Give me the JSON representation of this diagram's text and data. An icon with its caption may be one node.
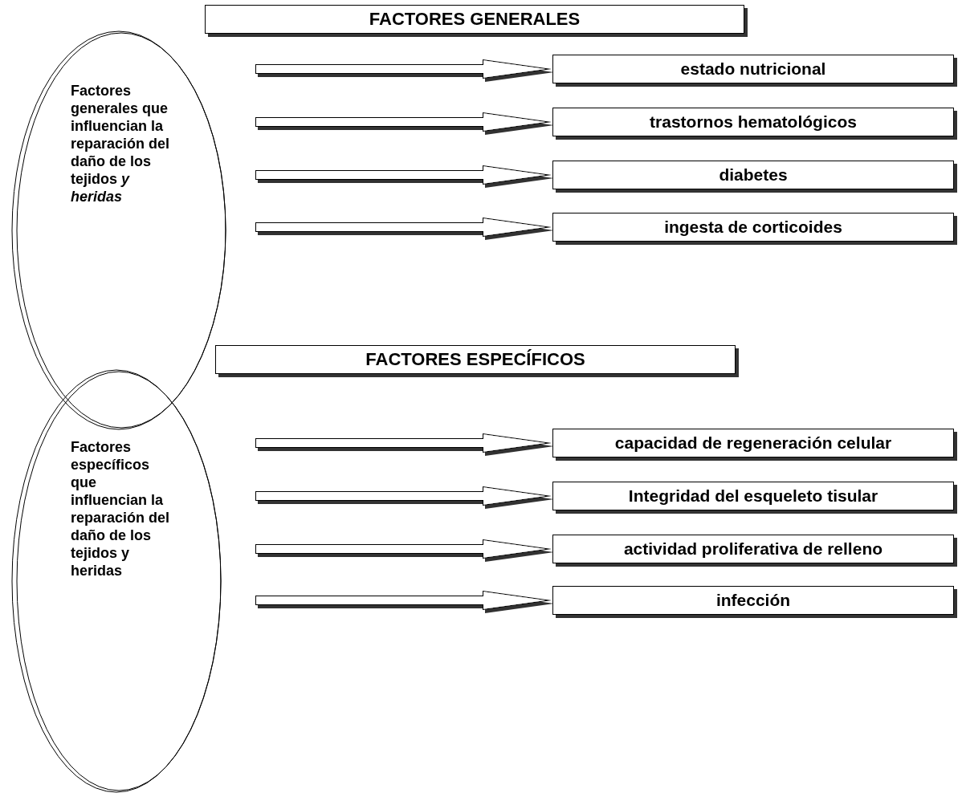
{
  "diagram": {
    "nodes": [
      {
        "text": [
          "FACTORES GENERALES"
        ]
      },
      {
        "text": [
          "Factores generales que influencian la reparación del daño de los tejidos *y heridas*"
        ]
      },
      {
        "text": [
          "estado nutricional"
        ]
      },
      {
        "text": [
          "trastornos hematológicos"
        ]
      },
      {
        "text": [
          "diabetes"
        ]
      },
      {
        "text": [
          "ingesta de corticoides"
        ]
      },
      {
        "text": [
          "FACTORES ESPECÍFICOS"
        ]
      },
      {
        "text": [
          "Factores específicos que influencian la reparación del daño de los tejidos y heridas"
        ]
      },
      {
        "text": [
          "capacidad de regeneración celular"
        ]
      },
      {
        "text": [
          "Integridad del esqueleto tisular"
        ]
      },
      {
        "text": [
          "actividad proliferativa de relleno"
        ]
      },
      {
        "text": [
          "infección"
        ]
      }
    ],
    "edges": [
      {
        "from": null,
        "to": 2,
        "arrow": "to"
      },
      {
        "from": null,
        "to": 3,
        "arrow": "to"
      },
      {
        "from": null,
        "to": 4,
        "arrow": "to"
      },
      {
        "from": null,
        "to": 5,
        "arrow": "to"
      },
      {
        "from": null,
        "to": 8,
        "arrow": "to"
      },
      {
        "from": null,
        "to": 9,
        "arrow": "to"
      },
      {
        "from": null,
        "to": 10,
        "arrow": "to"
      },
      {
        "from": null,
        "to": 11,
        "arrow": "to"
      }
    ]
  }
}
